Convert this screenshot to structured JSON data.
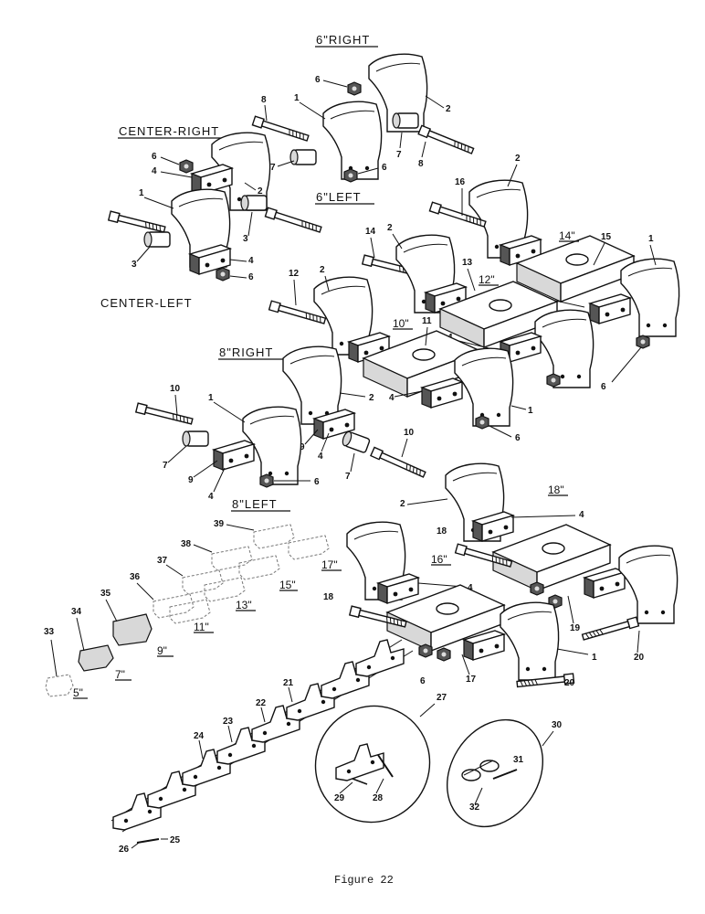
{
  "figure": {
    "caption": "Figure 22"
  },
  "group_labels": {
    "six_right": "6\"RIGHT",
    "center_right": "CENTER-RIGHT",
    "six_left": "6\"LEFT",
    "center_left": "CENTER-LEFT",
    "eight_right": "8\"RIGHT",
    "eight_left": "8\"LEFT"
  },
  "sizes": {
    "s14": "14\"",
    "s12": "12\"",
    "s10": "10\"",
    "s18": "18\"",
    "s16": "16\"",
    "s17": "17\"",
    "s15": "15\"",
    "s13": "13\"",
    "s11": "11\"",
    "s9": "9\"",
    "s7": "7\"",
    "s5": "5\""
  },
  "callouts": {
    "c1": "1",
    "c2": "2",
    "c3": "3",
    "c4": "4",
    "c6": "6",
    "c7": "7",
    "c8": "8",
    "c9": "9",
    "c10": "10",
    "c11": "11",
    "c12": "12",
    "c13": "13",
    "c14": "14",
    "c15": "15",
    "c16": "16",
    "c17": "17",
    "c18": "18",
    "c19": "19",
    "c20": "20",
    "c21": "21",
    "c22": "22",
    "c23": "23",
    "c24": "24",
    "c25": "25",
    "c26": "26",
    "c27": "27",
    "c28": "28",
    "c29": "29",
    "c30": "30",
    "c31": "31",
    "c32": "32",
    "c33": "33",
    "c34": "34",
    "c35": "35",
    "c36": "36",
    "c37": "37",
    "c38": "38",
    "c39": "39"
  }
}
